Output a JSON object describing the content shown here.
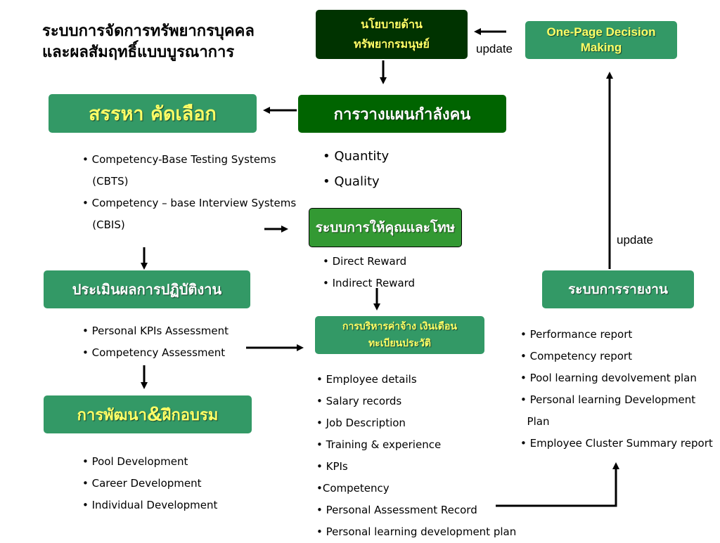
{
  "title": {
    "line1": "ระบบการจัดการทรัพยากรบุคคล",
    "line2": "และผลสัมฤทธิ์แบบบูรณาการ"
  },
  "boxes": {
    "policy": {
      "line1": "นโยบายด้าน",
      "line2": "ทรัพยากรมนุษย์"
    },
    "decision": {
      "line1": "One-Page Decision",
      "line2": "Making"
    },
    "recruit": "สรรหา  คัดเลือก",
    "planning": "การวางแผนกำลังคน",
    "reward": "ระบบการให้คุณและโทษ",
    "appraisal": "ประเมินผลการปฏิบัติงาน",
    "payroll": {
      "line1": "การบริหารค่าจ้าง เงินเดือน",
      "line2": "ทะเบียนประวัติ"
    },
    "report": "ระบบการรายงาน",
    "training": {
      "part1": "การพัฒนา ",
      "amp": "&",
      "part2": " ฝึกอบรม"
    }
  },
  "labels": {
    "update_top": "update",
    "update_right": "update"
  },
  "lists": {
    "recruit": [
      "• Competency-Base Testing Systems",
      "   (CBTS)",
      "• Competency – base Interview Systems",
      "   (CBIS)"
    ],
    "planning": [
      "• Quantity",
      "• Quality"
    ],
    "reward": [
      "• Direct Reward",
      "• Indirect Reward"
    ],
    "appraisal": [
      "• Personal KPIs Assessment",
      "• Competency Assessment"
    ],
    "payroll": [
      "• Employee details",
      "• Salary records",
      "• Job Description",
      "• Training & experience",
      "• KPIs",
      "•Competency",
      "• Personal Assessment Record",
      "• Personal learning development plan"
    ],
    "report": [
      "• Performance report",
      "• Competency report",
      "• Pool learning devolvement plan",
      "• Personal learning Development",
      "  Plan",
      "• Employee Cluster Summary report"
    ],
    "training": [
      "• Pool Development",
      "• Career Development",
      "• Individual Development"
    ]
  },
  "colors": {
    "green_box": "#339966",
    "dark_green": "#006400",
    "darkest_green": "#003300",
    "yellow_text": "#ffff66"
  }
}
